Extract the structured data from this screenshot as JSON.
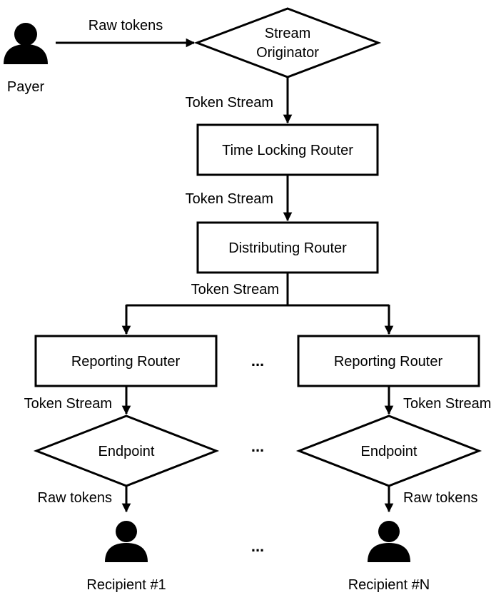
{
  "payer": {
    "label": "Payer",
    "icon": "person-icon"
  },
  "edges": {
    "payer_to_originator": "Raw tokens",
    "originator_to_timelock": "Token Stream",
    "timelock_to_distributing": "Token Stream",
    "distributing_to_reporting": "Token Stream",
    "reporting1_to_endpoint1": "Token Stream",
    "reportingN_to_endpointN": "Token Stream",
    "endpoint1_to_recipient1": "Raw tokens",
    "endpointN_to_recipientN": "Raw tokens"
  },
  "nodes": {
    "stream_originator": {
      "line1": "Stream",
      "line2": "Originator"
    },
    "time_locking_router": "Time Locking Router",
    "distributing_router": "Distributing Router",
    "reporting_router_1": "Reporting Router",
    "reporting_router_n": "Reporting Router",
    "endpoint_1": "Endpoint",
    "endpoint_n": "Endpoint"
  },
  "recipients": {
    "first": {
      "label": "Recipient #1",
      "icon": "person-icon"
    },
    "last": {
      "label": "Recipient #N",
      "icon": "person-icon"
    }
  },
  "ellipsis": "..."
}
